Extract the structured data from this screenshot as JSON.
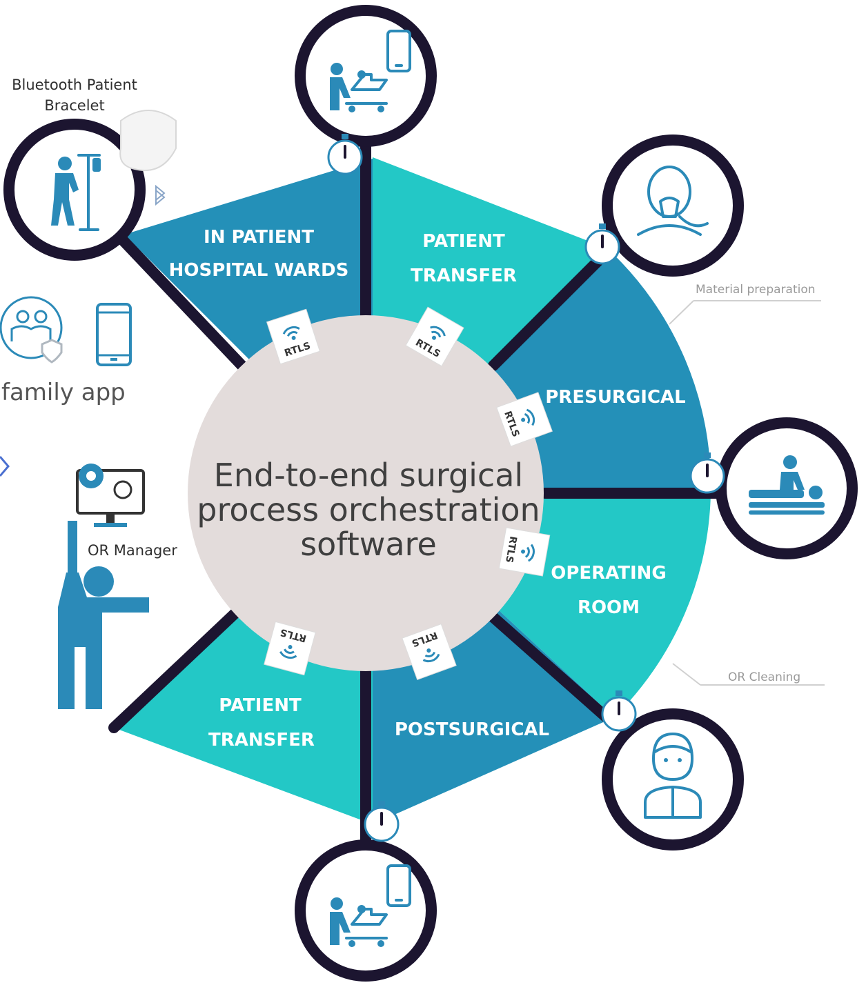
{
  "center": {
    "title_lines": [
      "End-to-end surgical",
      "process orchestration",
      "software"
    ]
  },
  "segments": [
    {
      "id": "in-patient",
      "lines": [
        "IN PATIENT",
        "HOSPITAL WARDS"
      ],
      "color": "#2490b8"
    },
    {
      "id": "patient-transfer-top",
      "lines": [
        "PATIENT",
        "TRANSFER"
      ],
      "color": "#23c8c6"
    },
    {
      "id": "presurgical",
      "lines": [
        "PRESURGICAL"
      ],
      "color": "#2490b8"
    },
    {
      "id": "operating-room",
      "lines": [
        "OPERATING",
        "ROOM"
      ],
      "color": "#23c8c6"
    },
    {
      "id": "postsurgical",
      "lines": [
        "POSTSURGICAL"
      ],
      "color": "#2490b8"
    },
    {
      "id": "patient-transfer-bottom",
      "lines": [
        "PATIENT",
        "TRANSFER"
      ],
      "color": "#23c8c6"
    }
  ],
  "rtls_label": "RTLS",
  "side": {
    "bracelet_lines": [
      "Bluetooth Patient",
      "Bracelet"
    ],
    "family_app": "family app",
    "or_manager": "OR Manager",
    "material_preparation": "Material preparation",
    "or_cleaning": "OR Cleaning"
  },
  "icons": {
    "top": "patient-transfer-phone-icon",
    "upper_right": "anesthesia-mask-icon",
    "right": "patient-on-table-icon",
    "lower_right": "nurse-icon",
    "bottom": "patient-transfer-phone-icon",
    "left": "patient-with-iv-icon",
    "timer": "stopwatch-icon",
    "family": "family-shield-icon",
    "phone": "smartphone-icon",
    "manager": "computer-gear-icon"
  },
  "colors": {
    "dark_blue": "#2490b8",
    "teal": "#23c8c6",
    "spoke": "#1c1530",
    "center_fill": "#e3dcdb",
    "icon": "#2b8ab8"
  }
}
